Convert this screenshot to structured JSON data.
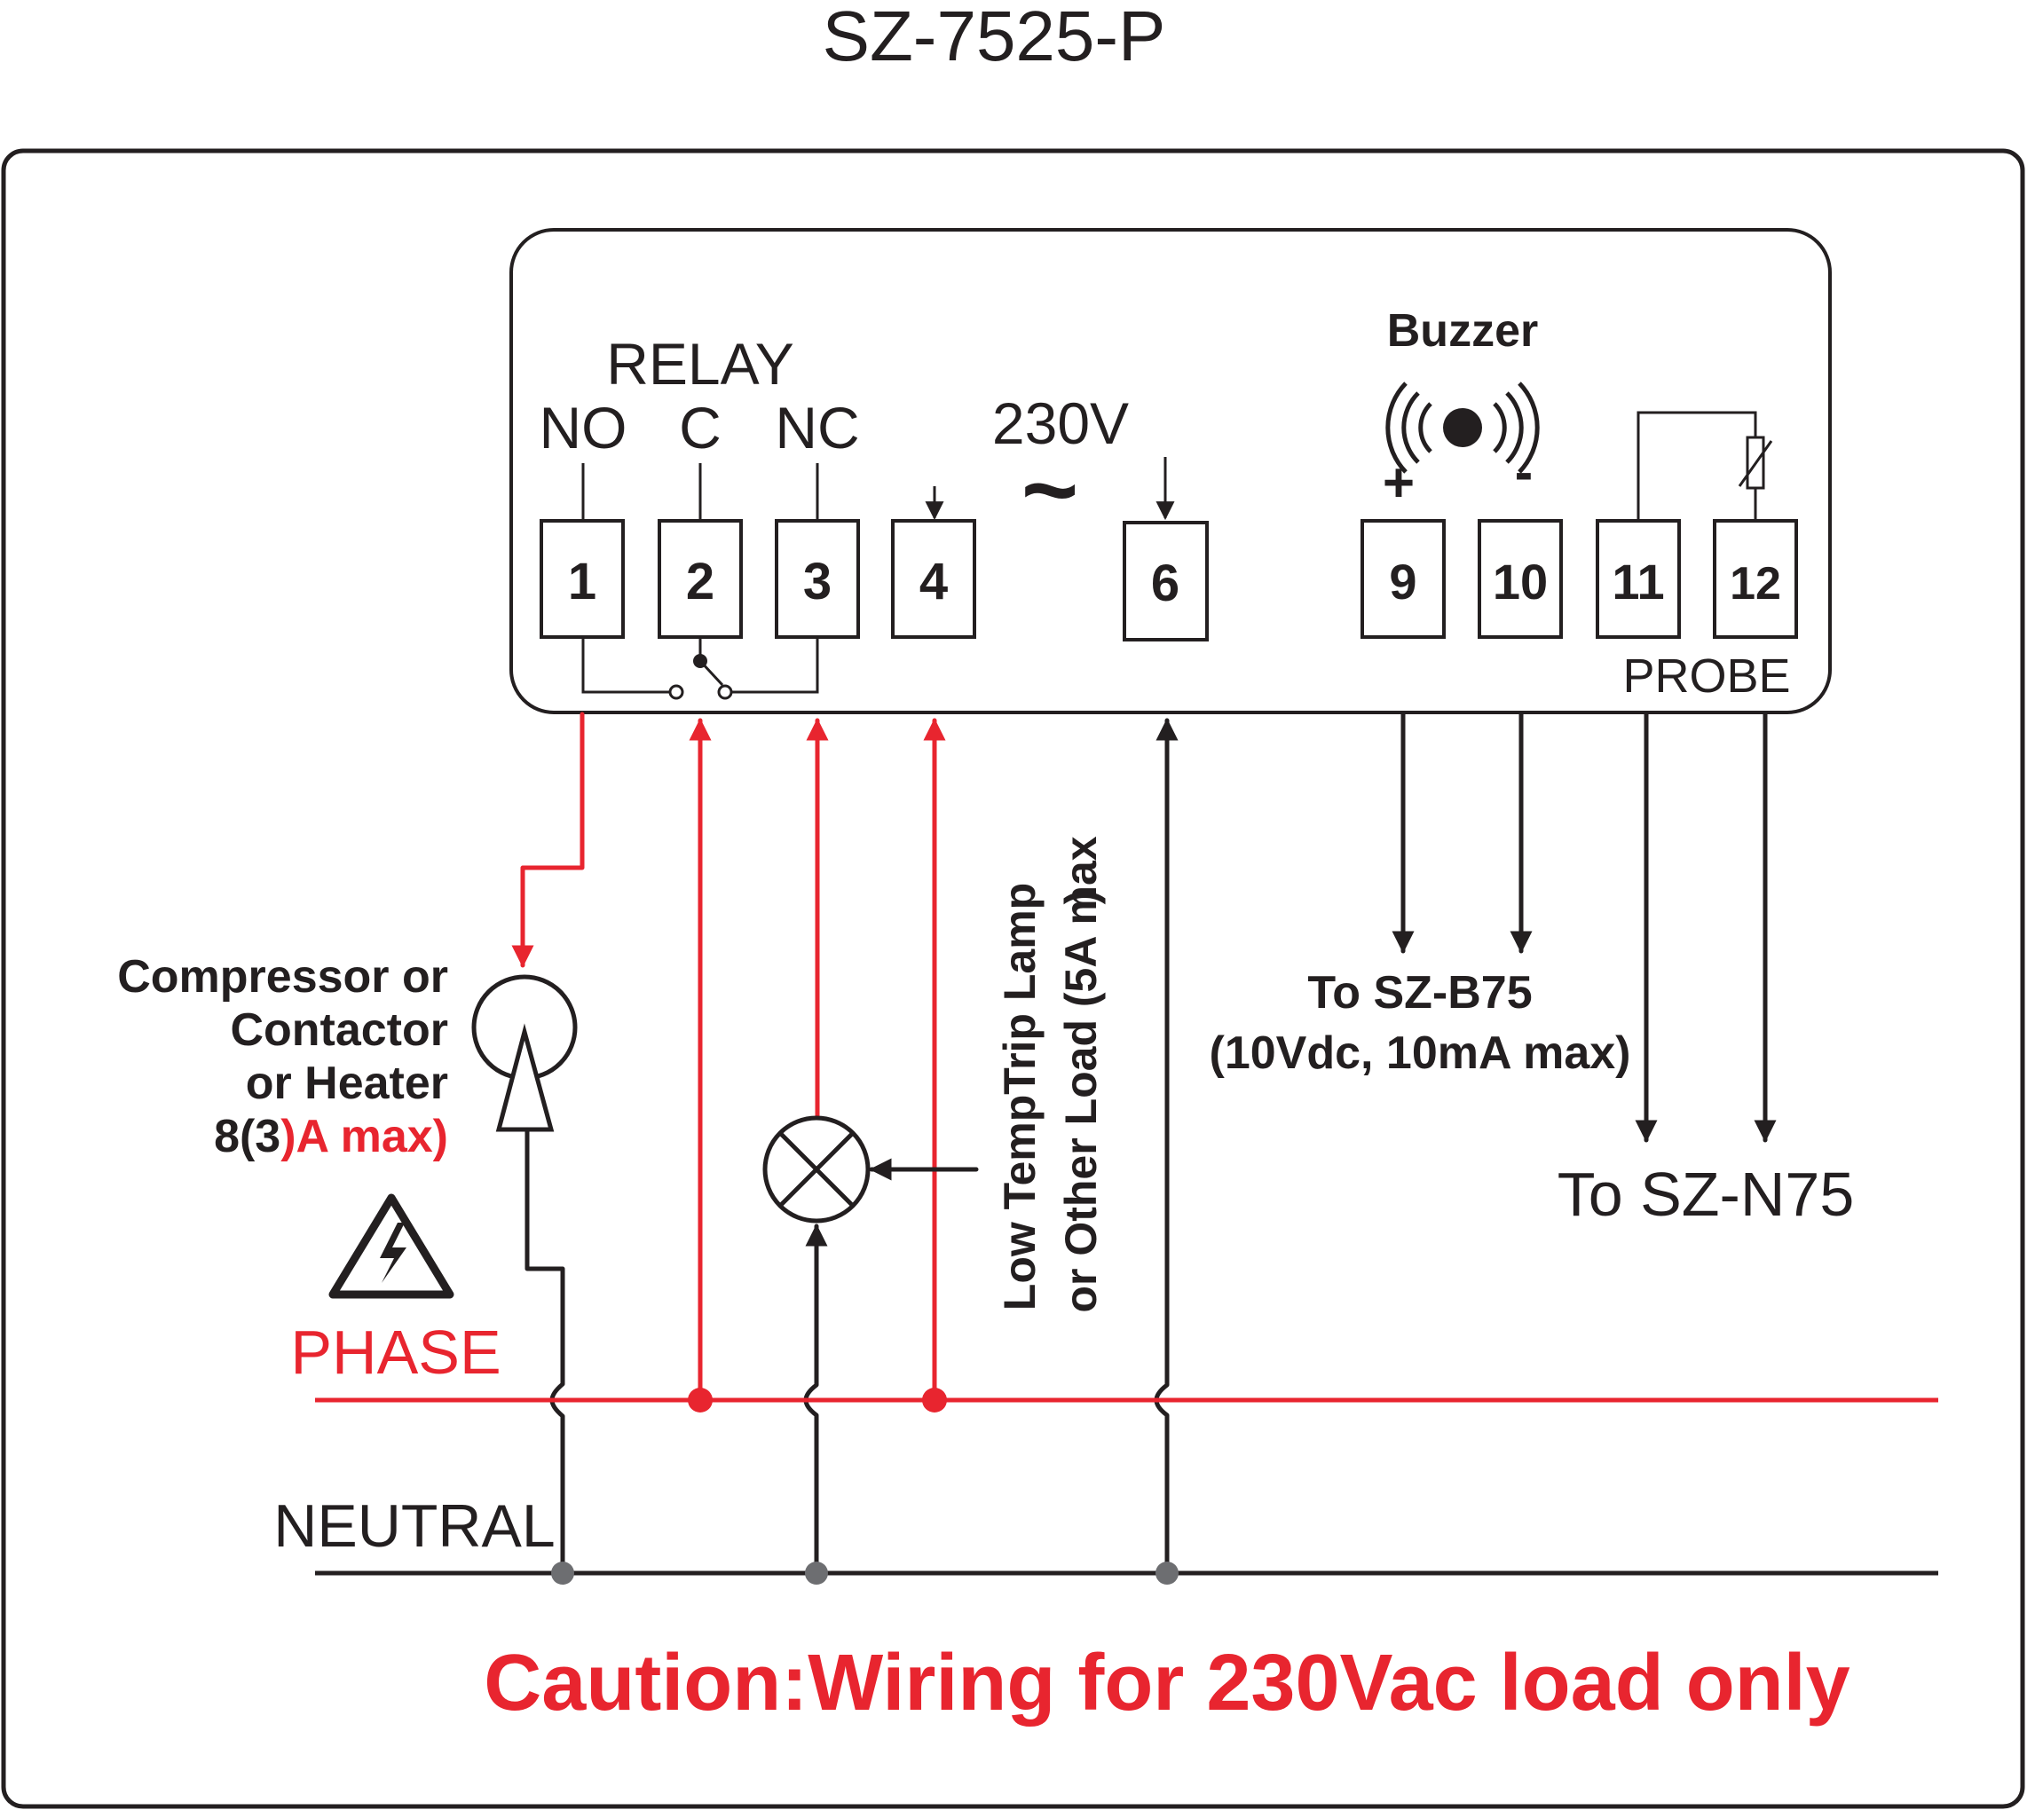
{
  "title": "SZ-7525-P",
  "relay": {
    "label": "RELAY",
    "no": "NO",
    "c": "C",
    "nc": "NC"
  },
  "supply_label": "230V",
  "tilde": "~",
  "buzzer": {
    "label": "Buzzer",
    "plus": "+",
    "minus": "-"
  },
  "terminals": [
    "1",
    "2",
    "3",
    "4",
    "6",
    "9",
    "10",
    "11",
    "12"
  ],
  "probe_label": "PROBE",
  "load": {
    "line1": "Compressor or",
    "line2": "Contactor",
    "line3": "or Heater",
    "rating_black": "8(3",
    "rating_red": ")A max)"
  },
  "lamp_label": {
    "line1": "Low TempTrip Lamp",
    "line2": "or Other Load (5A max"
  },
  "sz_b75": {
    "line1": "To SZ-B75",
    "line2": "(10Vdc, 10mA max)"
  },
  "sz_n75": "To SZ-N75",
  "phase_label": "PHASE",
  "neutral_label": "NEUTRAL",
  "caution": "Caution:Wiring for 230Vac load only",
  "colors": {
    "ink": "#231f20",
    "red": "#e8252f",
    "junction_grey": "#6d6e71"
  },
  "icons": [
    "warning-high-voltage-icon",
    "buzzer-icon",
    "thermistor-icon",
    "lamp-icon",
    "compressor-icon"
  ]
}
